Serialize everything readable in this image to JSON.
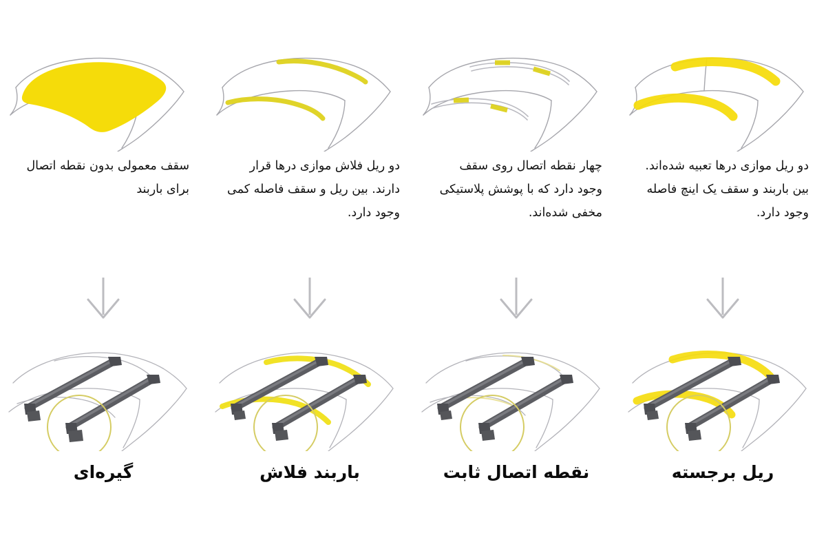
{
  "meta": {
    "language": "fa",
    "direction": "rtl",
    "background_color": "#ffffff",
    "text_color": "#111111",
    "highlight_color": "#F5DC0A",
    "rack_color": "#55565a",
    "outline_color": "#9a9aa0",
    "arrow_color": "#b9b9bd",
    "circle_highlight_color": "#d8cf62"
  },
  "columns": [
    {
      "id": "clamp-on",
      "roof_icon": "bare-roof-highlight",
      "description": "سقف معمولی بدون نقطه اتصال برای باربند",
      "arrow_icon": "arrow-down-icon",
      "rack_icon": "roof-rack-clamp-on",
      "label": "گیره‌ای"
    },
    {
      "id": "flush-rail",
      "roof_icon": "roof-flush-rails-highlight",
      "description": "دو ریل فلاش موازی درها قرار دارند. بین ریل و سقف فاصله کمی وجود دارد.",
      "arrow_icon": "arrow-down-icon",
      "rack_icon": "roof-rack-flush-rail",
      "label": "باربند فلاش"
    },
    {
      "id": "fixed-point",
      "roof_icon": "roof-fixed-points-highlight",
      "description": "چهار نقطه اتصال روی سقف وجود دارد که با پوشش پلاستیکی مخفی شده‌اند.",
      "arrow_icon": "arrow-down-icon",
      "rack_icon": "roof-rack-fixed-point",
      "label": "نقطه اتصال ثابت"
    },
    {
      "id": "raised-rail",
      "roof_icon": "roof-raised-rails-highlight",
      "description": "دو ریل موازی درها تعبیه شده‌اند. بین باربند و سقف یک اینچ فاصله وجود دارد.",
      "arrow_icon": "arrow-down-icon",
      "rack_icon": "roof-rack-raised-rail",
      "label": "ریل برجسته"
    }
  ]
}
